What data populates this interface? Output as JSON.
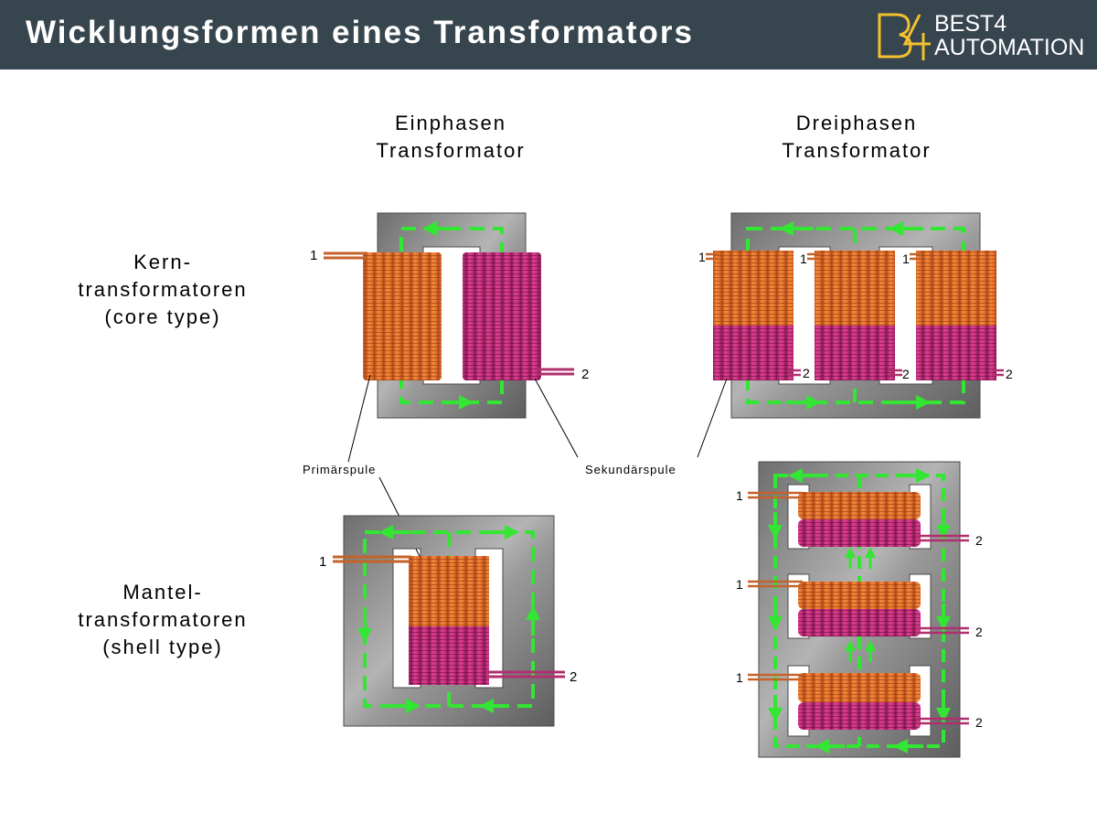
{
  "header": {
    "title": "Wicklungsformen eines Transformators",
    "logo": {
      "mark": "B4",
      "line1": "BEST4",
      "line2": "AUTOMATION"
    }
  },
  "columns": {
    "single": [
      "Einphasen",
      "Transformator"
    ],
    "three": [
      "Dreiphasen",
      "Transformator"
    ]
  },
  "rows": {
    "core": [
      "Kern-",
      "transformatoren",
      "(core type)"
    ],
    "shell": [
      "Mantel-",
      "transformatoren",
      "(shell type)"
    ]
  },
  "labels": {
    "primary": "Primärspule",
    "secondary": "Sekundärspule",
    "terminal_primary": "1",
    "terminal_secondary": "2"
  },
  "colors": {
    "header_bg": "#37454f",
    "logo_accent": "#f2c12e",
    "core_steel": "#8a8a8a",
    "primary_coil": "#e8732e",
    "secondary_coil": "#cc2f7f",
    "flux_arrow": "#33e633"
  }
}
